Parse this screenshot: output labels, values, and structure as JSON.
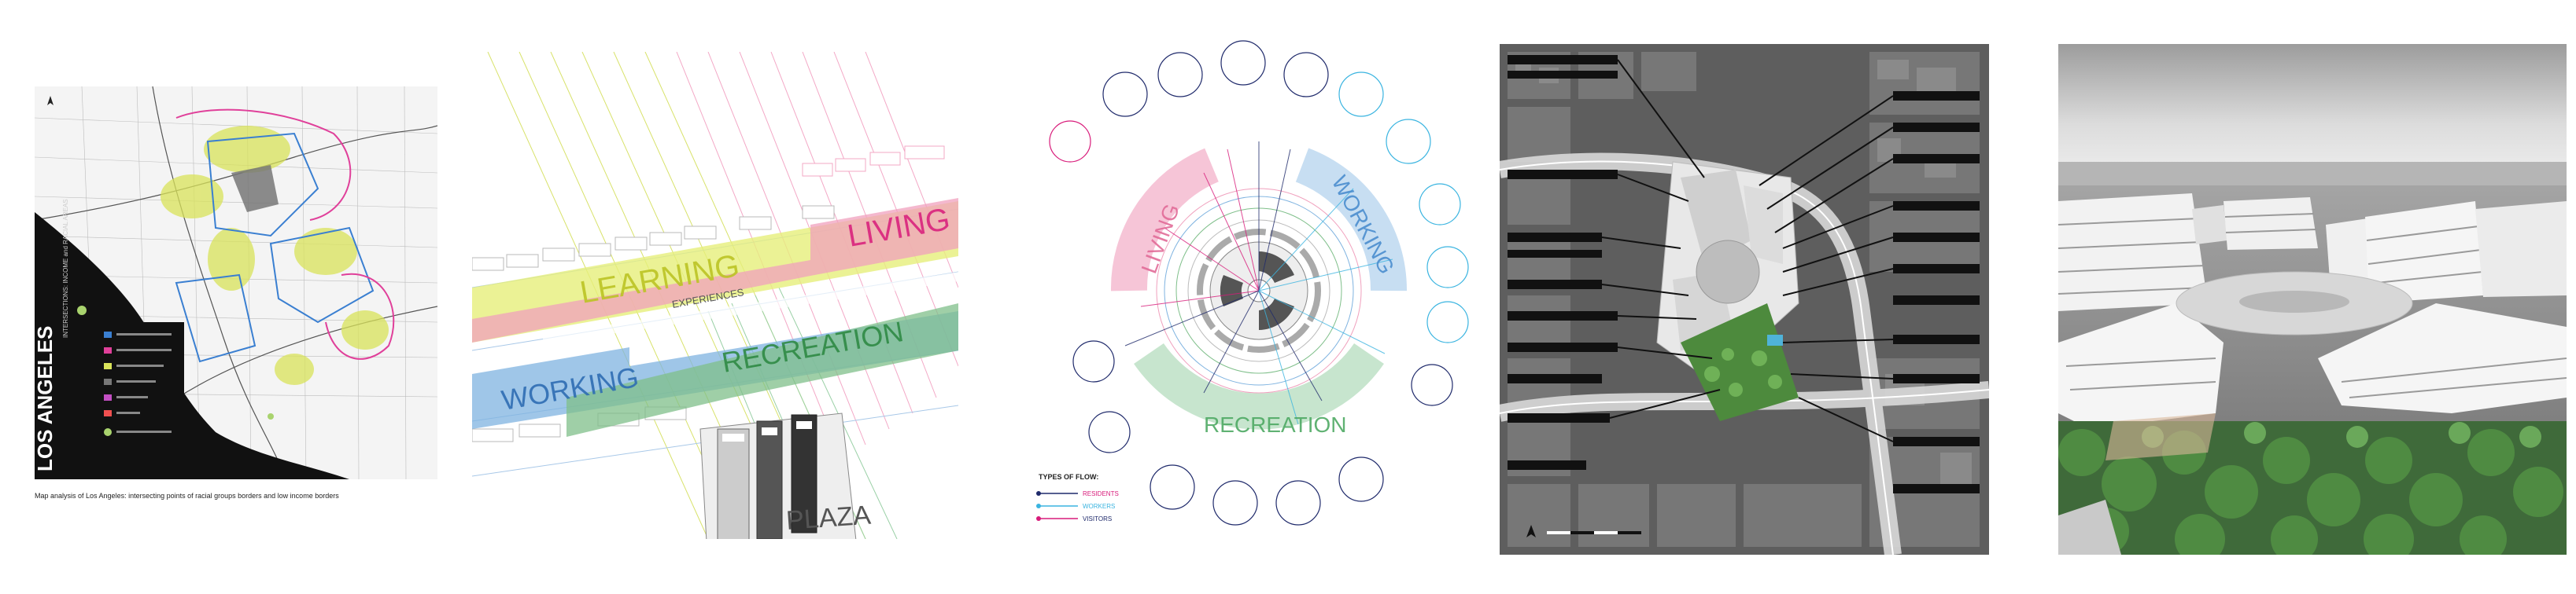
{
  "map_panel": {
    "title": "LOS ANGELES",
    "subtitle": "INTERSECTIONS: INCOME and RACIAL AREAS",
    "caption": "Map analysis of Los Angeles: intersecting points of racial groups borders and low income borders"
  },
  "zones_panel": {
    "living": "LIVING",
    "learning": "LEARNING",
    "working": "WORKING",
    "recreation": "RECREATION",
    "experiences": "EXPERIENCES",
    "plaza": "PLAZA"
  },
  "flows_panel": {
    "living": "LIVING",
    "working": "WORKING",
    "recreation": "RECREATION",
    "legend_title": "TYPES OF FLOW:",
    "legend": [
      "RESIDENTS",
      "WORKERS",
      "VISITORS"
    ]
  },
  "colors": {
    "living": "#f0a0bd",
    "learning": "#e6ef7a",
    "working": "#7fb3e0",
    "recreation": "#7fbf8a",
    "magenta": "#d81b7a",
    "navy": "#1f2a6b",
    "cyan": "#3ab4e0"
  }
}
